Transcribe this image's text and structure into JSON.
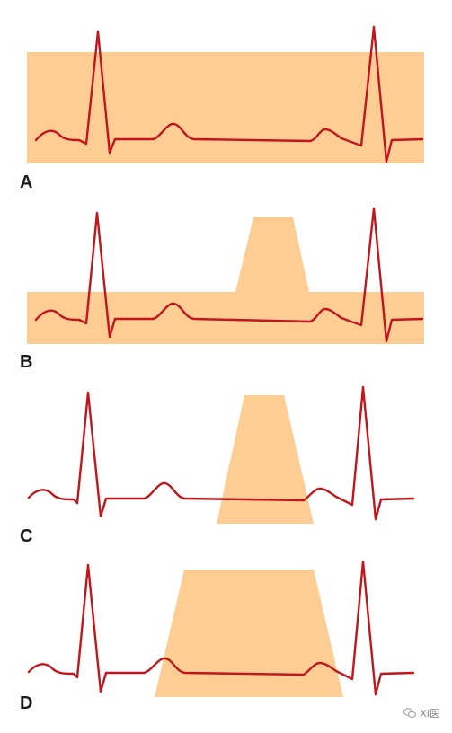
{
  "colors": {
    "band": "#fdcd93",
    "trace": "#c0161c",
    "label": "#1a1a1a"
  },
  "panels": [
    {
      "label": "A"
    },
    {
      "label": "B"
    },
    {
      "label": "C"
    },
    {
      "label": "D"
    }
  ],
  "watermark": {
    "text": "XI医",
    "icon": "wechat-bubbles-icon"
  }
}
